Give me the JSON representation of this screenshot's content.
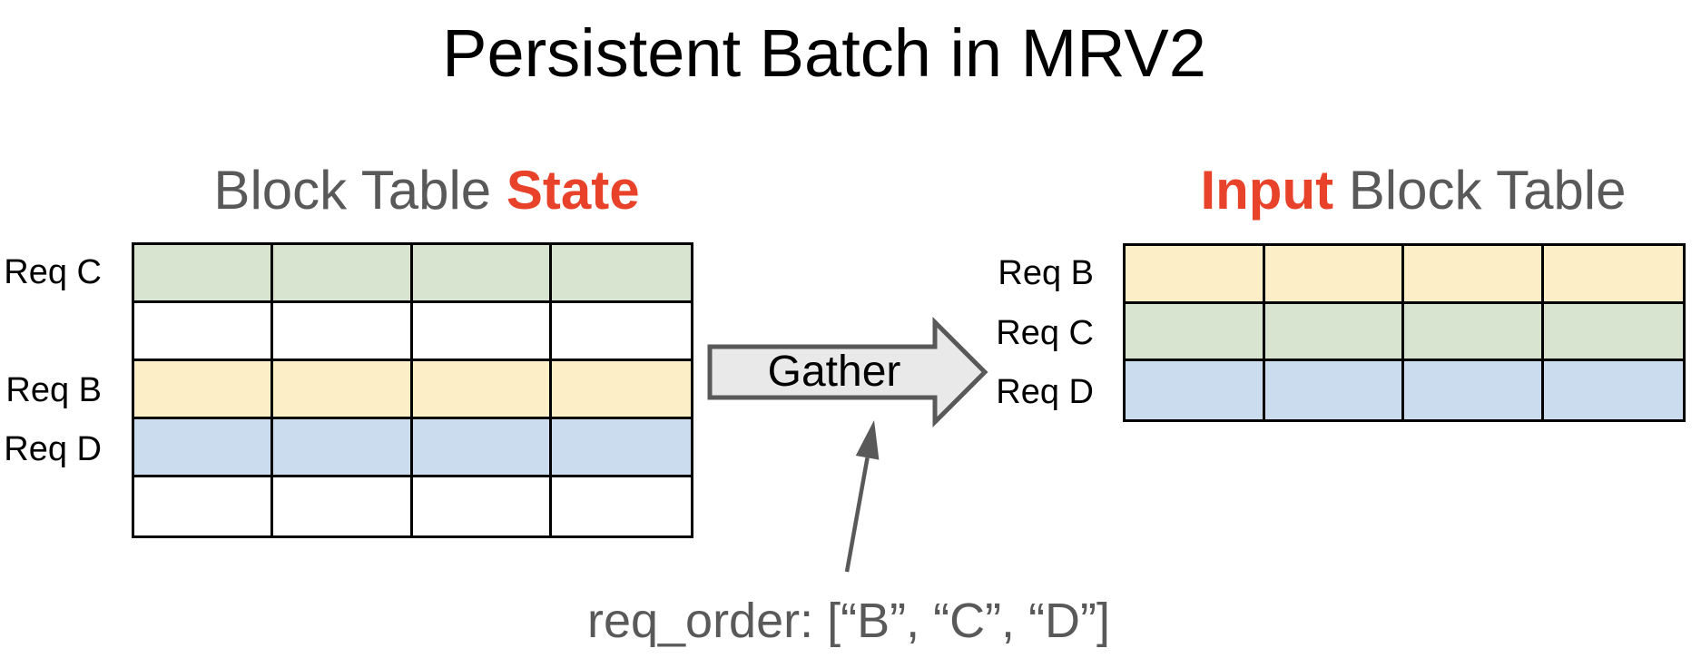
{
  "title": "Persistent Batch in MRV2",
  "left_table": {
    "heading": {
      "plain": "Block Table",
      "accent": "State"
    },
    "columns": 4,
    "rows": [
      {
        "label": "Req C",
        "color": "green"
      },
      {
        "label": "",
        "color": "white"
      },
      {
        "label": "Req B",
        "color": "yellow"
      },
      {
        "label": "Req D",
        "color": "blue"
      },
      {
        "label": "",
        "color": "white"
      }
    ]
  },
  "right_table": {
    "heading": {
      "accent": "Input",
      "plain": "Block Table"
    },
    "columns": 4,
    "rows": [
      {
        "label": "Req B",
        "color": "yellow"
      },
      {
        "label": "Req C",
        "color": "green"
      },
      {
        "label": "Req D",
        "color": "blue"
      }
    ]
  },
  "gather_arrow": {
    "label": "Gather"
  },
  "annotation": {
    "text": "req_order: [“B”, “C”, “D”]"
  },
  "colors": {
    "green": "#d9e4d0",
    "yellow": "#fcefc7",
    "blue": "#cbdcee",
    "white": "#ffffff",
    "accent_red": "#e8432a",
    "heading_gray": "#595959",
    "label_black": "#000000",
    "arrow_fill": "#e9e9e9",
    "arrow_stroke": "#595959",
    "table_border": "#000000"
  }
}
